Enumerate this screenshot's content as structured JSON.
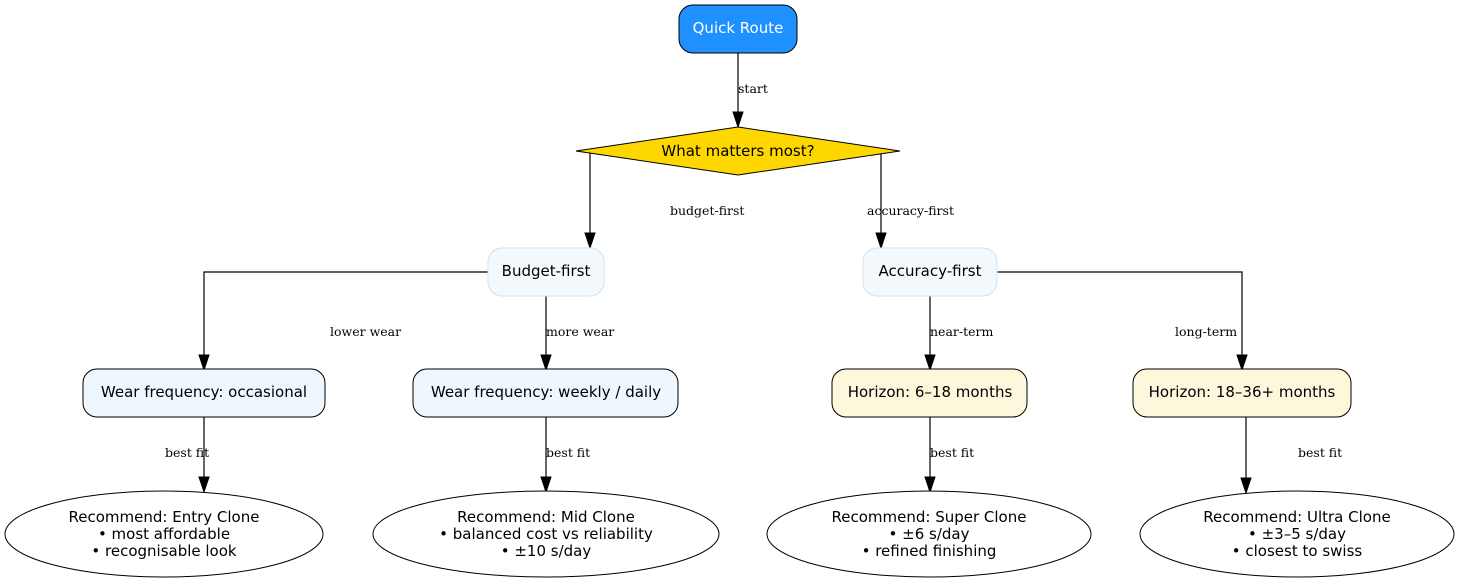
{
  "nodes": {
    "start": {
      "label": "Quick Route",
      "fill": "#1e90ff"
    },
    "decision": {
      "label": "What matters most?",
      "fill": "#ffd700"
    },
    "budget": {
      "label": "Budget-first",
      "fill": "#f4f9fd"
    },
    "accuracy": {
      "label": "Accuracy-first",
      "fill": "#f4f9fd"
    },
    "occasional": {
      "label": "Wear frequency: occasional",
      "fill": "#eef6fe"
    },
    "weekly": {
      "label": "Wear frequency: weekly / daily",
      "fill": "#eef6fe"
    },
    "near": {
      "label": "Horizon: 6–18 months",
      "fill": "#fdf7dc"
    },
    "long": {
      "label": "Horizon: 18–36+ months",
      "fill": "#fdf7dc"
    },
    "entry": {
      "lines": [
        "Recommend: Entry Clone",
        "• most affordable",
        "• recognisable look"
      ]
    },
    "mid": {
      "lines": [
        "Recommend: Mid Clone",
        "• balanced cost vs reliability",
        "• ±10 s/day"
      ]
    },
    "super": {
      "lines": [
        "Recommend: Super Clone",
        "• ±6 s/day",
        "• refined finishing"
      ]
    },
    "ultra": {
      "lines": [
        "Recommend: Ultra Clone",
        "• ±3–5 s/day",
        "• closest to swiss"
      ]
    }
  },
  "edges": {
    "start": "start",
    "budget_first": "budget-first",
    "accuracy_first": "accuracy-first",
    "lower_wear": "lower wear",
    "more_wear": "more wear",
    "near_term": "near-term",
    "long_term": "long-term",
    "best_fit_1": "best fit",
    "best_fit_2": "best fit",
    "best_fit_3": "best fit",
    "best_fit_4": "best fit"
  }
}
